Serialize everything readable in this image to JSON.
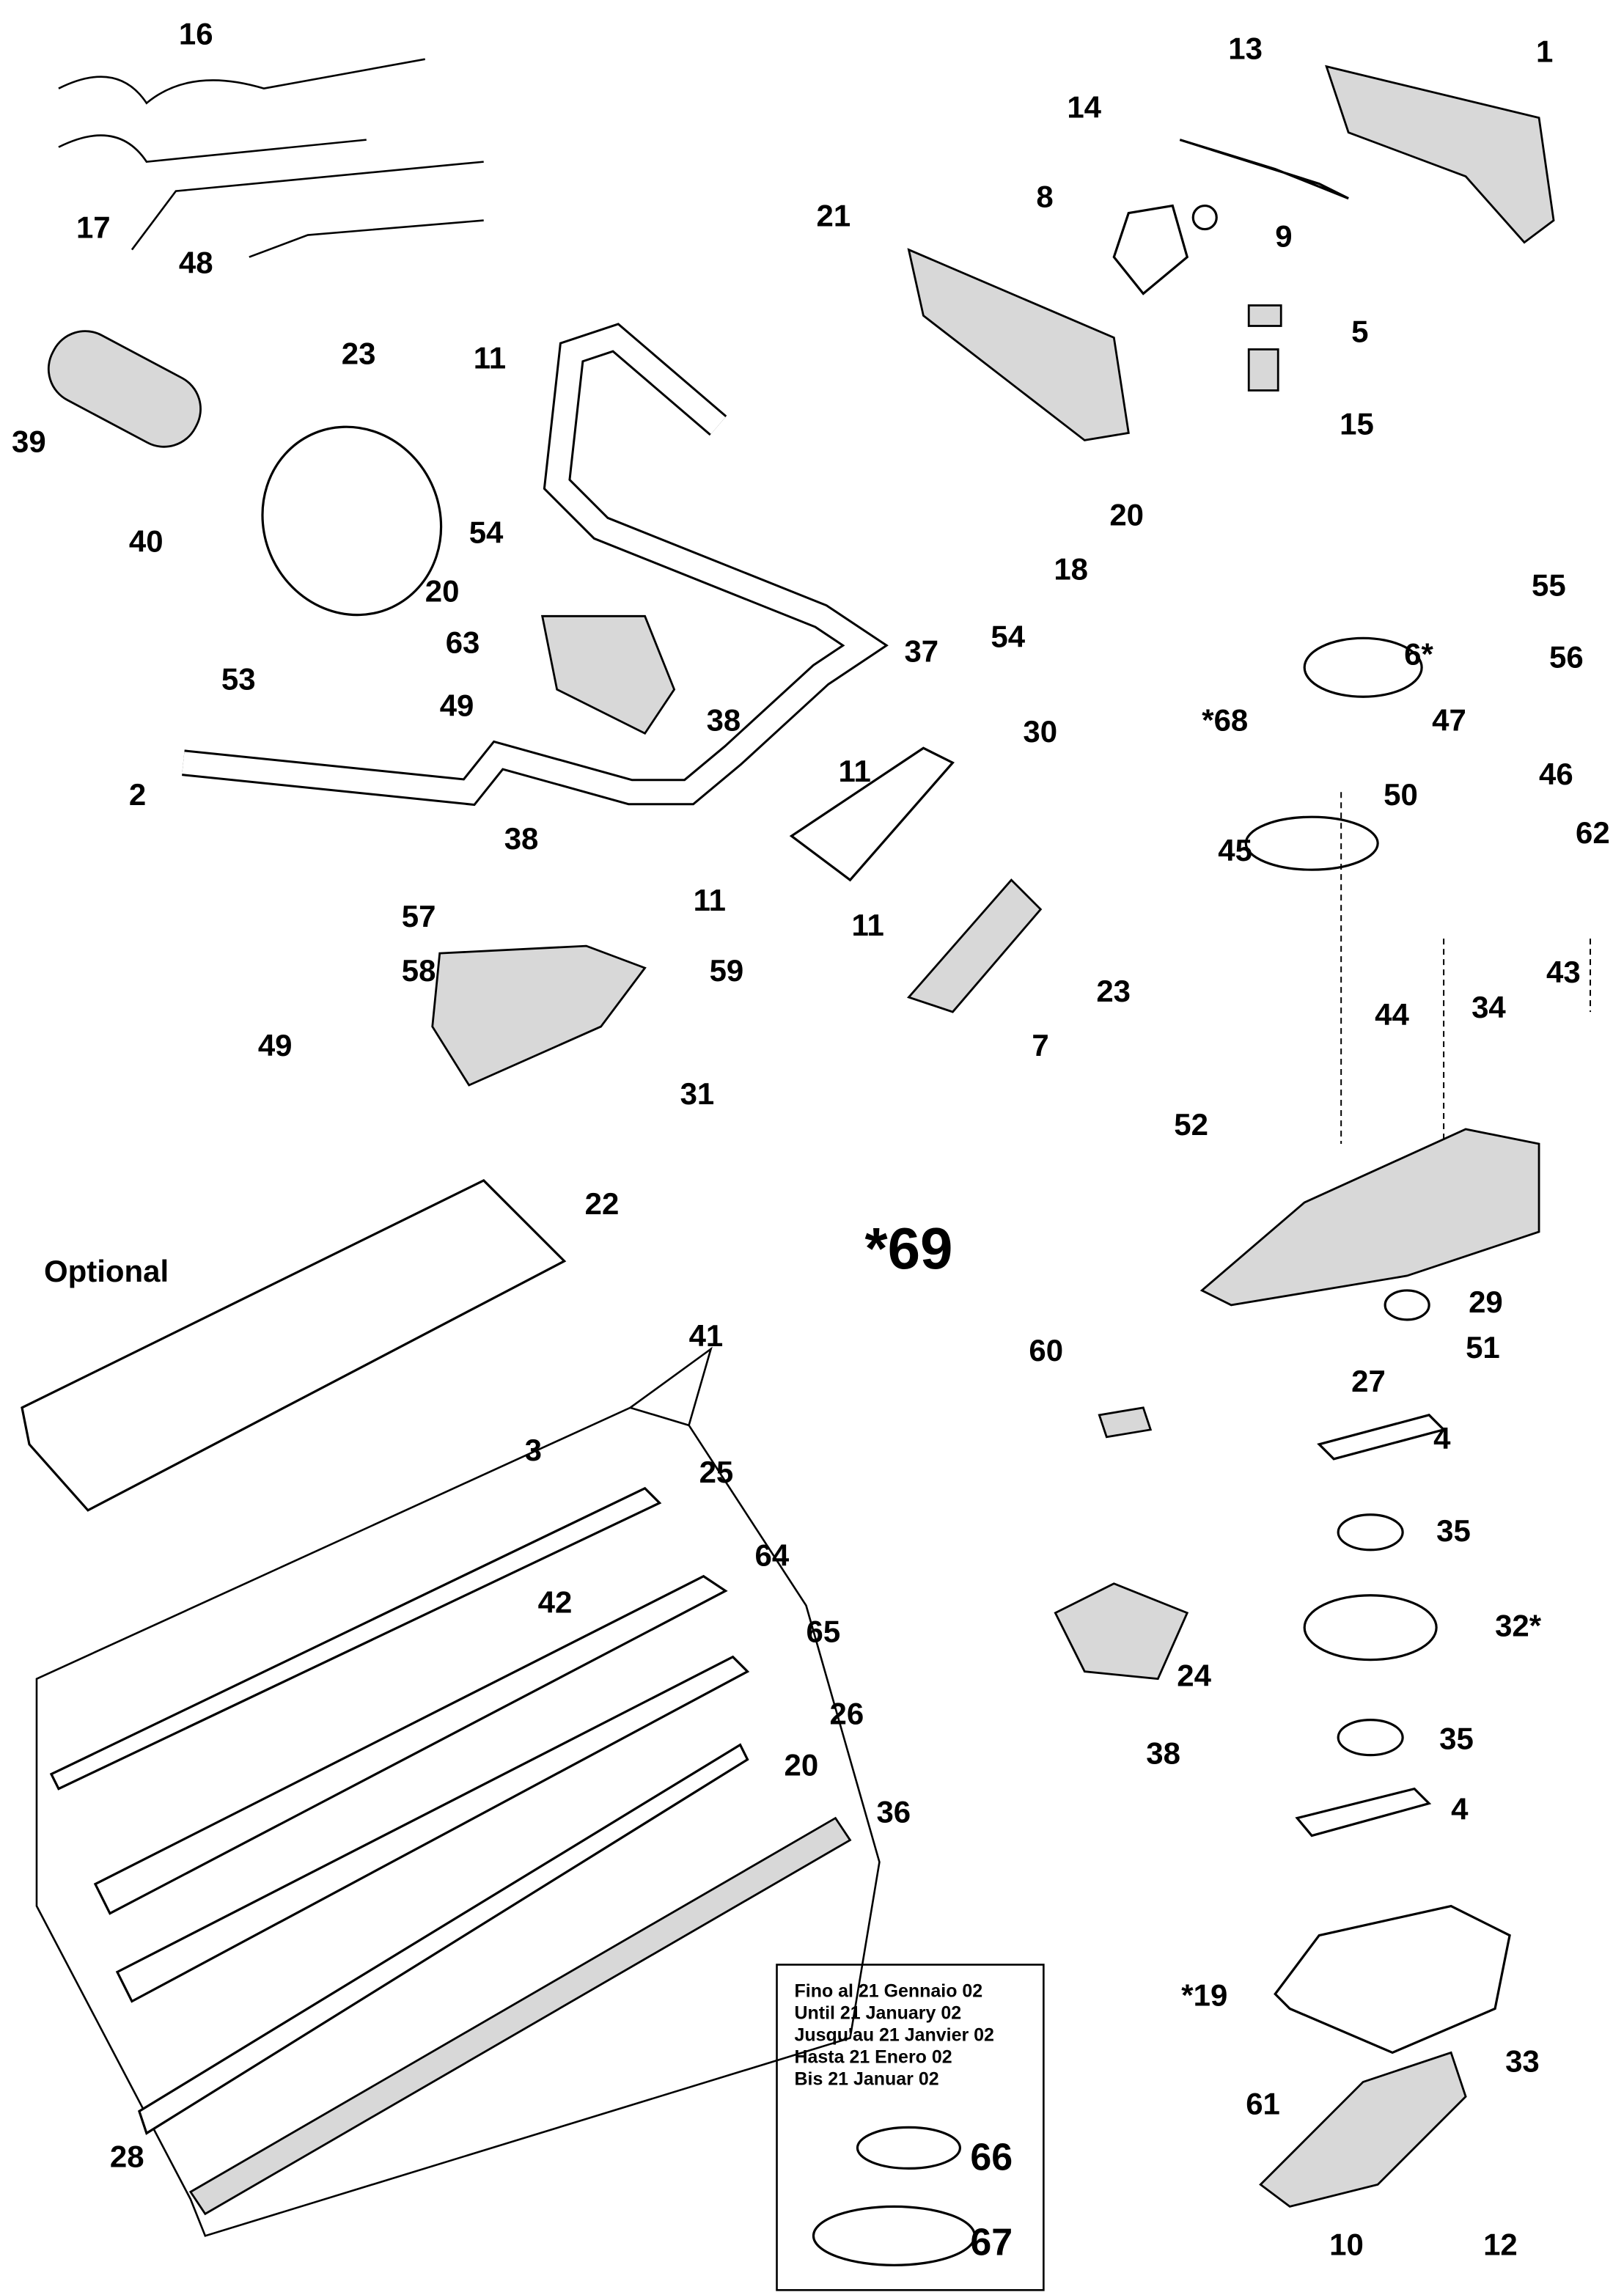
{
  "diagram": {
    "center_label": "*69",
    "optional_label": "Optional",
    "part_labels": [
      "16",
      "17",
      "48",
      "13",
      "1",
      "14",
      "21",
      "8",
      "9",
      "5",
      "15",
      "39",
      "23",
      "11",
      "40",
      "54",
      "20",
      "63",
      "53",
      "49",
      "38",
      "37",
      "54",
      "18",
      "20",
      "55",
      "6*",
      "56",
      "*68",
      "47",
      "46",
      "50",
      "45",
      "62",
      "30",
      "11",
      "11",
      "2",
      "38",
      "11",
      "57",
      "58",
      "59",
      "49",
      "31",
      "7",
      "23",
      "43",
      "34",
      "44",
      "52",
      "22",
      "29",
      "51",
      "27",
      "60",
      "4",
      "41",
      "3",
      "25",
      "64",
      "42",
      "65",
      "35",
      "32*",
      "24",
      "26",
      "20",
      "36",
      "38",
      "35",
      "4",
      "*19",
      "33",
      "61",
      "66",
      "67",
      "28",
      "10",
      "12"
    ],
    "legend": {
      "lines": [
        "Fino al 21 Gennaio 02",
        "Until 21 January 02",
        "Jusqu'au 21 Janvier 02",
        "Hasta 21 Enero 02",
        "Bis 21 Januar 02"
      ],
      "parts": [
        "66",
        "67"
      ]
    }
  }
}
